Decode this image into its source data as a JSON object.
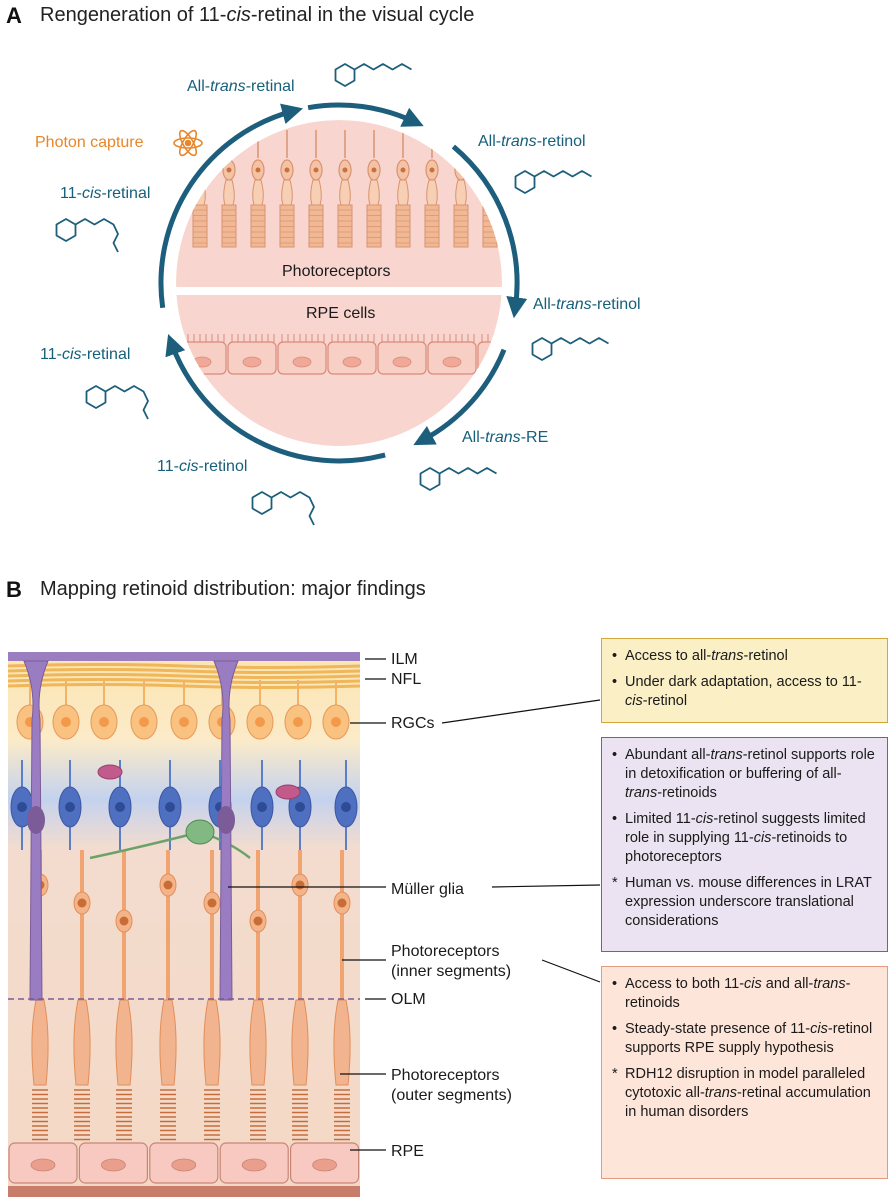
{
  "panel_a": {
    "letter": "A",
    "title": {
      "pre": "Rengeneration of 11-",
      "em": "cis",
      "post": "-retinal in the visual cycle"
    },
    "photon_capture": "Photon capture",
    "photoreceptors": "Photoreceptors",
    "rpe_cells": "RPE cells",
    "labels": [
      {
        "pre": "All-",
        "em": "trans",
        "post": "-retinal"
      },
      {
        "pre": "All-",
        "em": "trans",
        "post": "-retinol"
      },
      {
        "pre": "All-",
        "em": "trans",
        "post": "-retinol"
      },
      {
        "pre": "All-",
        "em": "trans",
        "post": "-RE"
      },
      {
        "pre": "11-",
        "em": "cis",
        "post": "-retinol"
      },
      {
        "pre": "11-",
        "em": "cis",
        "post": "-retinal"
      },
      {
        "pre": "11-",
        "em": "cis",
        "post": "-retinal"
      }
    ],
    "colors": {
      "arrow": "#1c5e7c",
      "teal_text": "#17607a",
      "orange": "#e8862a",
      "circle_fill": "#f9d5d0"
    }
  },
  "panel_b": {
    "letter": "B",
    "title": "Mapping retinoid distribution: major findings",
    "layers": {
      "ilm": "ILM",
      "nfl": "NFL",
      "rgcs": "RGCs",
      "muller": "Müller glia",
      "pr_inner_1": "Photoreceptors",
      "pr_inner_2": "(inner segments)",
      "olm": "OLM",
      "pr_outer_1": "Photoreceptors",
      "pr_outer_2": "(outer segments)",
      "rpe": "RPE"
    },
    "box_rgc": {
      "items": [
        {
          "mark": "•",
          "parts": [
            {
              "t": "Access to all-"
            },
            {
              "t": "trans",
              "em": true
            },
            {
              "t": "-retinol"
            }
          ]
        },
        {
          "mark": "•",
          "parts": [
            {
              "t": "Under dark adaptation, access to 11-"
            },
            {
              "t": "cis",
              "em": true
            },
            {
              "t": "-retinol"
            }
          ]
        }
      ]
    },
    "box_muller": {
      "items": [
        {
          "mark": "•",
          "parts": [
            {
              "t": "Abundant all-"
            },
            {
              "t": "trans",
              "em": true
            },
            {
              "t": "-retinol supports role in detoxification or buffering of all-"
            },
            {
              "t": "trans",
              "em": true
            },
            {
              "t": "-retinoids"
            }
          ]
        },
        {
          "mark": "•",
          "parts": [
            {
              "t": "Limited 11-"
            },
            {
              "t": "cis",
              "em": true
            },
            {
              "t": "-retinol suggests limited role in supplying 11-"
            },
            {
              "t": "cis",
              "em": true
            },
            {
              "t": "-retinoids to photoreceptors"
            }
          ]
        },
        {
          "mark": "*",
          "parts": [
            {
              "t": "Human vs. mouse differences in LRAT expression underscore translational considerations"
            }
          ]
        }
      ]
    },
    "box_pr": {
      "items": [
        {
          "mark": "•",
          "parts": [
            {
              "t": "Access to both 11-"
            },
            {
              "t": "cis",
              "em": true
            },
            {
              "t": " and all-"
            },
            {
              "t": "trans",
              "em": true
            },
            {
              "t": "-retinoids"
            }
          ]
        },
        {
          "mark": "•",
          "parts": [
            {
              "t": "Steady-state presence of 11-"
            },
            {
              "t": "cis",
              "em": true
            },
            {
              "t": "-retinol supports RPE supply hypothesis"
            }
          ]
        },
        {
          "mark": "*",
          "parts": [
            {
              "t": "RDH12 disruption in model paralleled cytotoxic all-"
            },
            {
              "t": "trans",
              "em": true
            },
            {
              "t": "-retinal accumulation in human disorders"
            }
          ]
        }
      ]
    },
    "colors": {
      "box_rgc_bg": "#fbefc6",
      "box_rgc_border": "#d4a73c",
      "box_muller_bg": "#ebe3f1",
      "box_muller_border": "#7b5c98",
      "box_pr_bg": "#fde5da",
      "box_pr_border": "#e49a7c"
    }
  }
}
